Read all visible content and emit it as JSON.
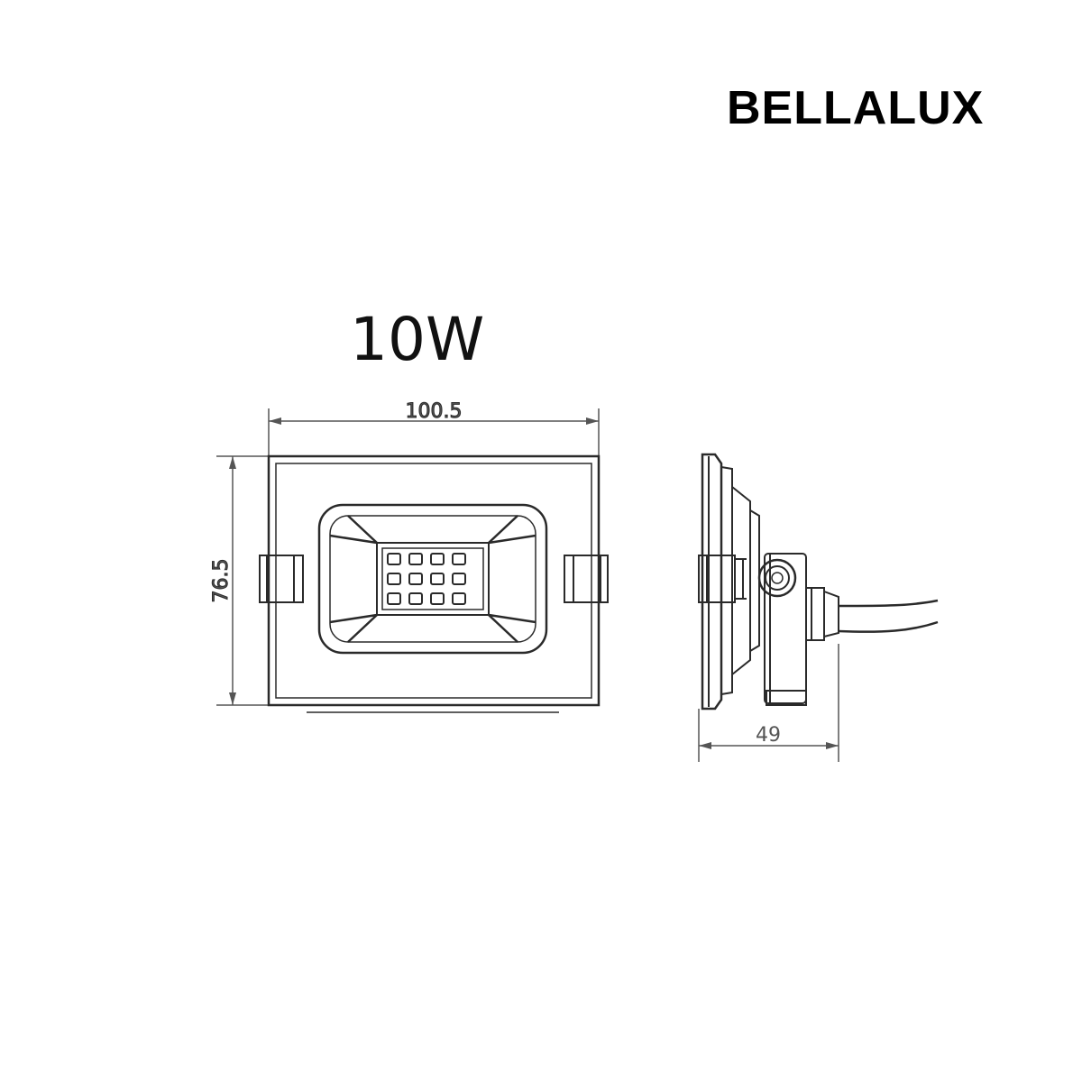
{
  "brand": {
    "name": "BELLALUX"
  },
  "product": {
    "power_label": "10W"
  },
  "dimensions": {
    "width": "100.5",
    "height": "76.5",
    "depth": "49"
  }
}
